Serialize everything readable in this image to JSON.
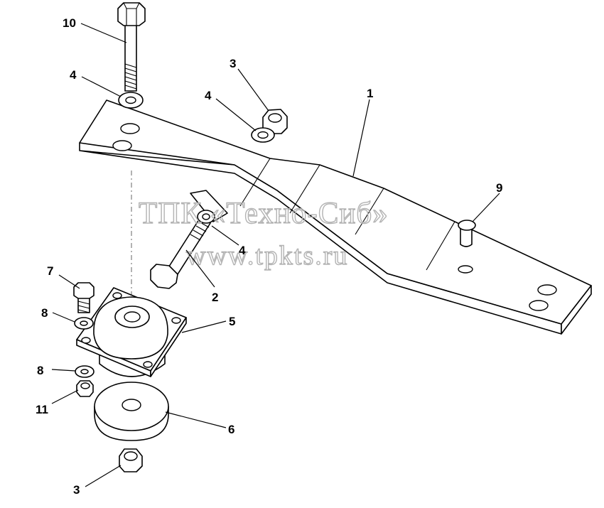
{
  "callouts": {
    "c1": "1",
    "c2": "2",
    "c3_top": "3",
    "c3_bottom": "3",
    "c4_top": "4",
    "c4_mid": "4",
    "c4_center": "4",
    "c5": "5",
    "c6": "6",
    "c7": "7",
    "c8_upper": "8",
    "c8_lower": "8",
    "c9": "9",
    "c10": "10",
    "c11": "11"
  },
  "watermark": {
    "line1": "ТПК «Техно-Сиб»",
    "line2": "www.tpkts.ru"
  }
}
